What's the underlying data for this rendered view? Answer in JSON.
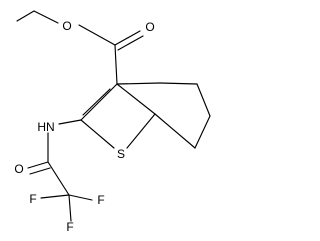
{
  "structure": {
    "atoms": {
      "O1": "O",
      "O2": "O",
      "NH": "HN",
      "S": "S",
      "O3": "O",
      "F1": "F",
      "F2": "F",
      "F3": "F"
    }
  },
  "colors": {
    "bond": "#000000",
    "label": "#000000",
    "background": "#ffffff"
  }
}
